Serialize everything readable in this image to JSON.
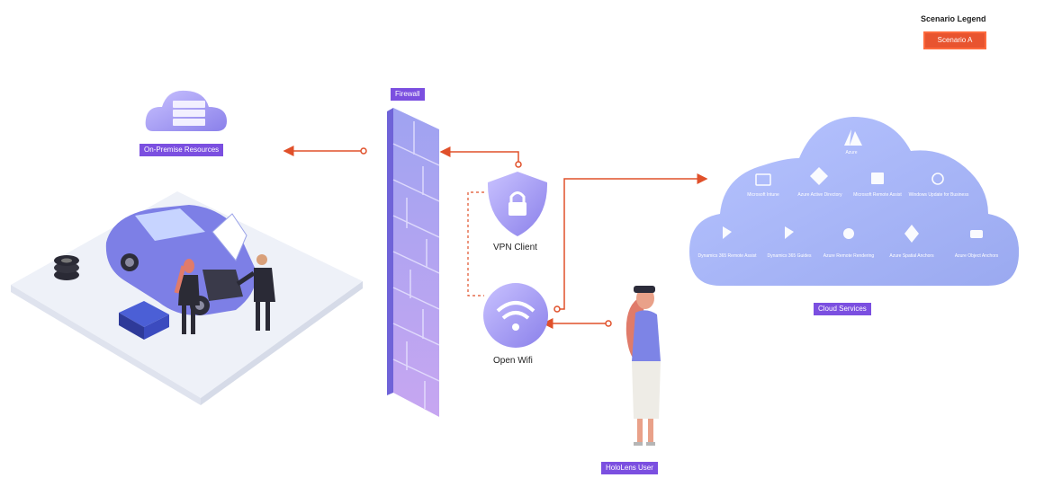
{
  "legend": {
    "title": "Scenario Legend",
    "item": "Scenario A",
    "color": "#e8542f"
  },
  "nodes": {
    "on_premise": "On-Premise Resources",
    "firewall": "Firewall",
    "vpn_client": "VPN Client",
    "open_wifi": "Open Wifi",
    "cloud_services": "Cloud Services",
    "hololens_user": "HoloLens User"
  },
  "cloud": {
    "top": "Azure",
    "row1": [
      "Microsoft Intune",
      "Azure Active Directory",
      "Microsoft Remote Assist",
      "Windows Update for Business"
    ],
    "row2": [
      "Dynamics 365 Remote Assist",
      "Dynamics 365 Guides",
      "Azure Remote Rendering",
      "Azure Spatial Anchors",
      "Azure Object Anchors"
    ]
  },
  "colors": {
    "accent_purple": "#7b4fe0",
    "arrow": "#e0502a",
    "cloud_fill": "#a9b8f5"
  }
}
